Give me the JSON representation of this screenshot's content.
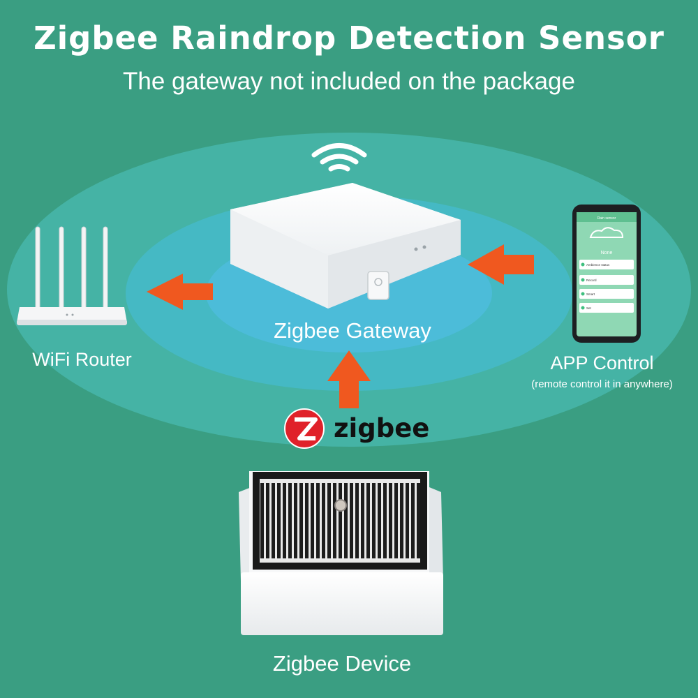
{
  "header": {
    "title": "Zigbee Raindrop Detection Sensor",
    "subtitle": "The gateway not included on the package"
  },
  "diagram": {
    "gateway_label": "Zigbee Gateway",
    "router_label": "WiFi Router",
    "app_label": "APP Control",
    "app_sublabel": "(remote control it in anywhere)",
    "device_label": "Zigbee Device",
    "zigbee_logo_text": "zigbee"
  },
  "phone_screen": {
    "header": "Rain sensor",
    "status": "None",
    "rows": [
      "Ambience status",
      "Record",
      "Smart",
      "Set"
    ]
  },
  "colors": {
    "background": "#3a9e82",
    "outer_ring": "#45b3a5",
    "middle_ring": "#45b9c4",
    "inner_ring": "#4cbcd9",
    "arrow": "#f0581f",
    "zigbee_logo": "#e0212a",
    "phone_screen": "#8fd8b4"
  },
  "icons": [
    "wifi-icon",
    "zigbee-logo-icon",
    "arrow-left-icon",
    "arrow-up-icon"
  ]
}
